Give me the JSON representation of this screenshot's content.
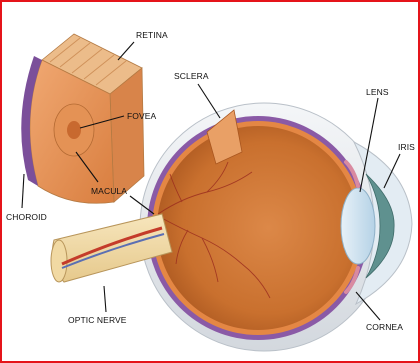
{
  "labels": {
    "retina": "RETINA",
    "sclera": "SCLERA",
    "fovea": "FOVEA",
    "lens": "LENS",
    "iris": "IRIS",
    "macula": "MACULA",
    "choroid": "CHOROID",
    "optic_nerve": "OPTIC NERVE",
    "cornea": "CORNEA"
  },
  "colors": {
    "border": "#e5141a",
    "sclera_white": "#eceff3",
    "retina_orange": "#e48744",
    "inner_eye": "#c9702e",
    "choroid_purple": "#7b4f9a",
    "lens_blue": "#cfe4f2",
    "iris_teal": "#6a9c9a",
    "text": "#111111"
  }
}
